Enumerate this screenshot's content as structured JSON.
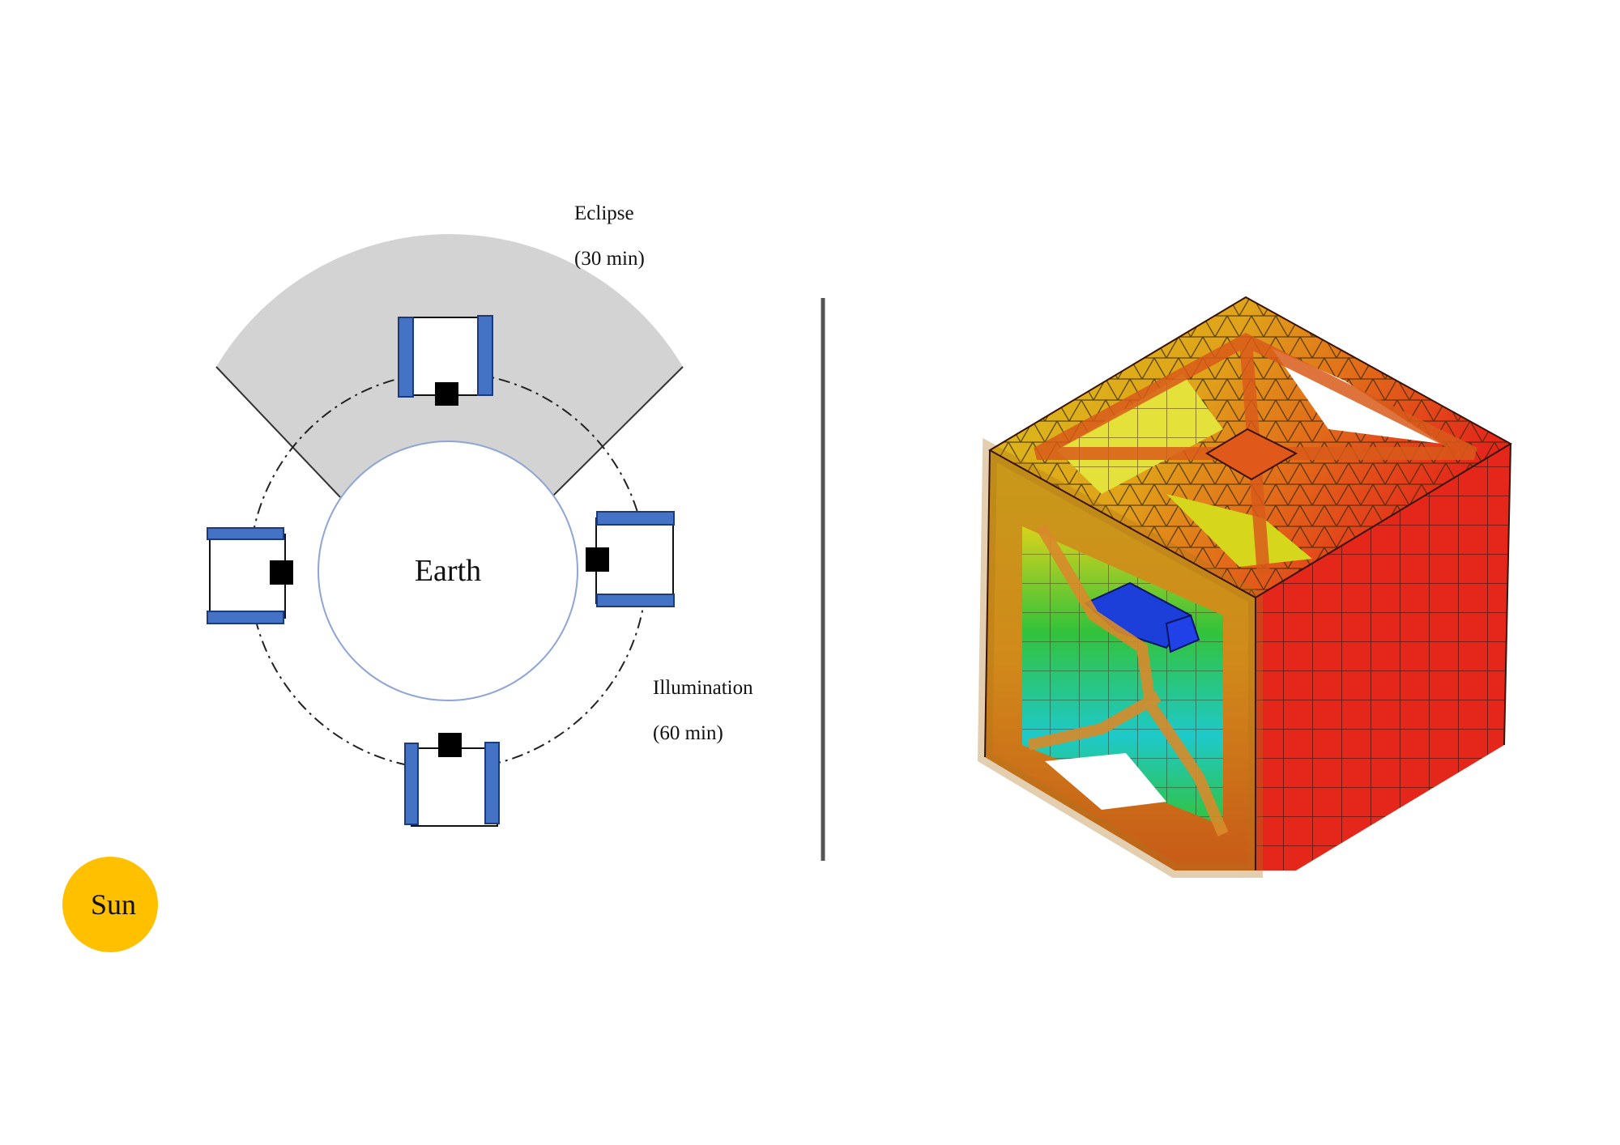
{
  "orbit_diagram": {
    "eclipse_label": "Eclipse",
    "eclipse_duration": "(30 min)",
    "illumination_label": "Illumination",
    "illumination_duration": "(60 min)",
    "earth_label": "Earth",
    "sun_label": "Sun",
    "colors": {
      "shadow": "#d3d3d3",
      "solar_panel": "#4472c4",
      "earth_outline": "#8ea5d6",
      "sun": "#ffc000"
    }
  },
  "thermal_model": {
    "colors": {
      "hot": "#e4261b",
      "warm": "#e0721a",
      "mid": "#d9c21c",
      "green": "#33c23a",
      "cyan": "#1ec9c9",
      "cold": "#1b3fd8"
    }
  }
}
